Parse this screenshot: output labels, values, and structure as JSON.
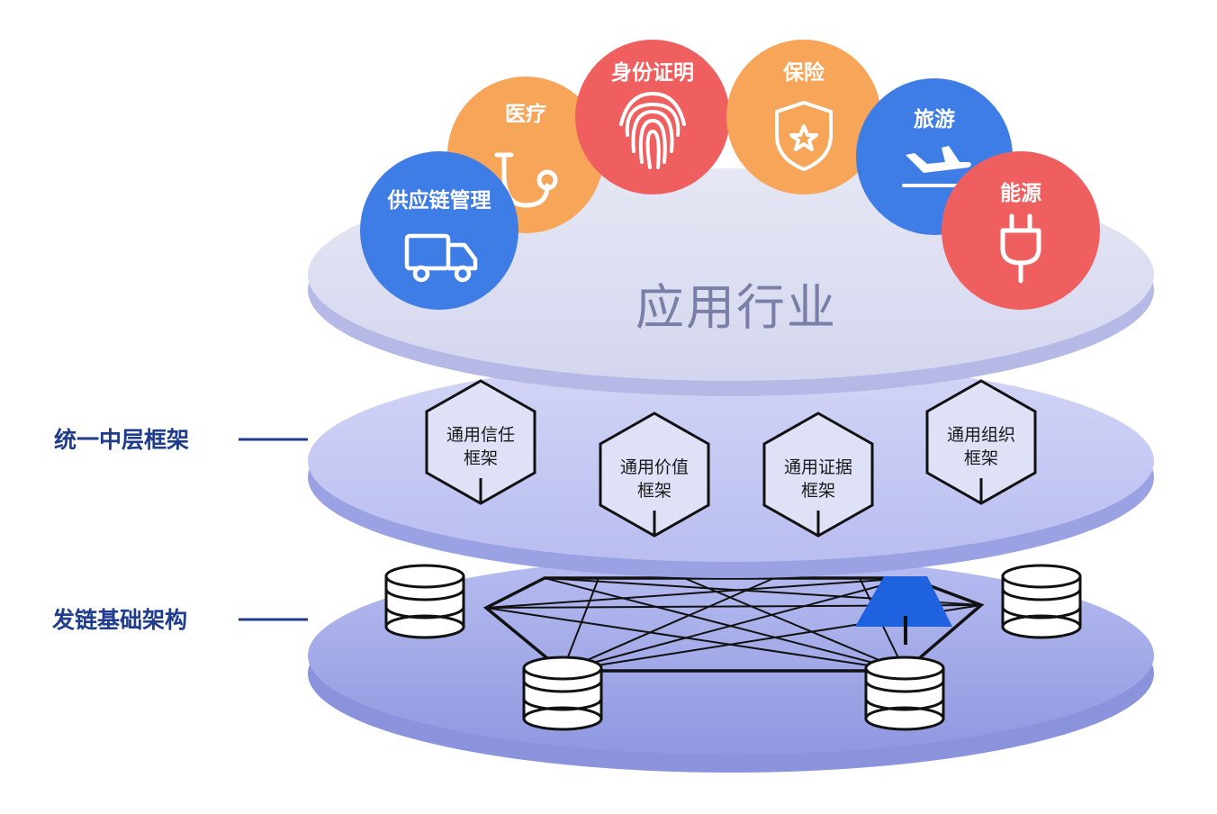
{
  "layers": {
    "top_title": "应用行业",
    "middle_label": "统一中层框架",
    "bottom_label": "发链基础架构"
  },
  "industries": [
    {
      "label": "供应链管理",
      "icon": "truck-icon",
      "color": "#3f7de6"
    },
    {
      "label": "医疗",
      "icon": "stethoscope-icon",
      "color": "#f6a559"
    },
    {
      "label": "身份证明",
      "icon": "fingerprint-icon",
      "color": "#f05f5f"
    },
    {
      "label": "保险",
      "icon": "shield-icon",
      "color": "#f6a559"
    },
    {
      "label": "旅游",
      "icon": "airplane-icon",
      "color": "#3f7de6"
    },
    {
      "label": "能源",
      "icon": "plug-icon",
      "color": "#f05f5f"
    }
  ],
  "frameworks": [
    {
      "line1": "通用信任",
      "line2": "框架"
    },
    {
      "line1": "通用价值",
      "line2": "框架"
    },
    {
      "line1": "通用证据",
      "line2": "框架"
    },
    {
      "line1": "通用组织",
      "line2": "框架"
    }
  ],
  "colors": {
    "blue": "#3f7de6",
    "orange": "#f6a559",
    "red": "#f05f5f",
    "label_navy": "#1f3d8c"
  }
}
